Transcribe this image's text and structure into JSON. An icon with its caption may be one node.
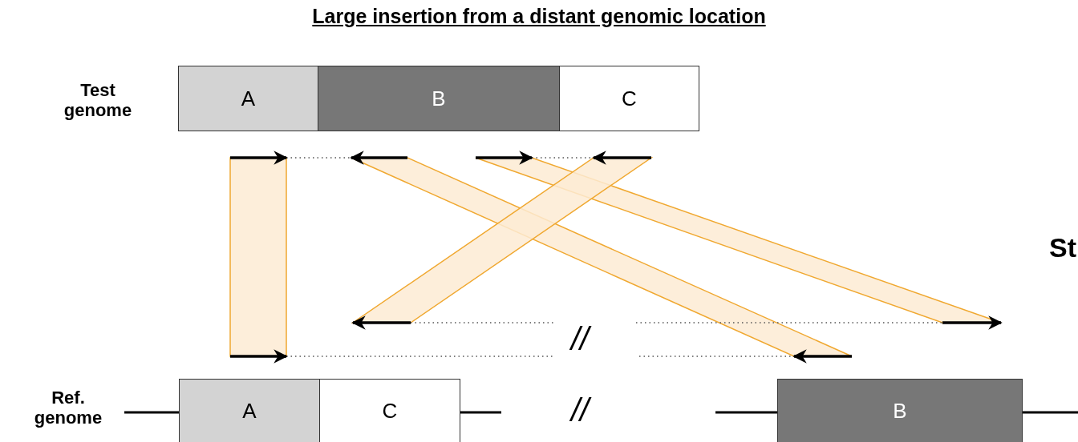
{
  "diagram": {
    "title": "Large insertion from a distant genomic location",
    "nodes": [
      {
        "text": [
          "A"
        ]
      },
      {
        "text": [
          "B"
        ]
      },
      {
        "text": [
          "C"
        ]
      },
      {
        "text": [
          "A"
        ]
      },
      {
        "text": [
          "C"
        ]
      },
      {
        "text": [
          "B"
        ]
      }
    ],
    "edges": [],
    "labels": [
      "Test genome",
      "//",
      "//",
      "Ref. genome",
      "St"
    ]
  }
}
